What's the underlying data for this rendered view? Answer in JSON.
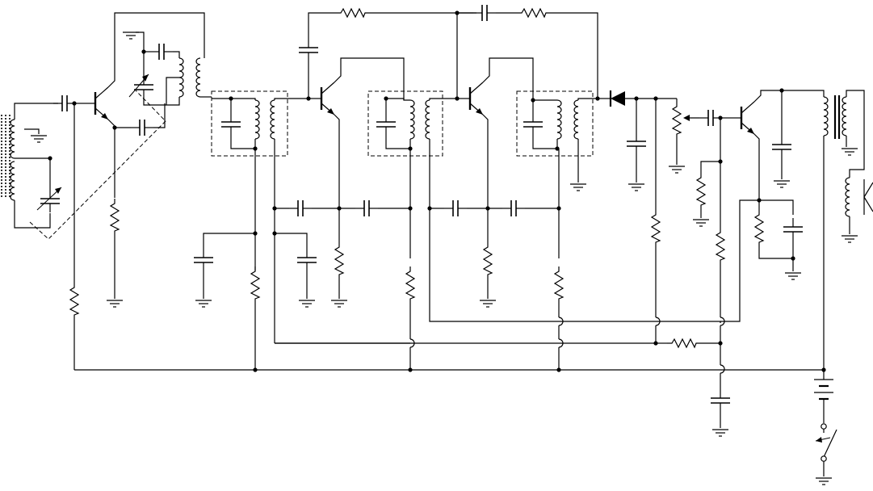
{
  "diagram": {
    "kind": "superheterodyne transistor radio receiver schematic",
    "text_labels": []
  },
  "colors": {
    "line": "#000000",
    "background": "#ffffff"
  },
  "stages": [
    {
      "id": "antenna",
      "symbol": "ferrite-rod-loop-antenna"
    },
    {
      "id": "mixer-oscillator",
      "symbol": "npn-transistor"
    },
    {
      "id": "if-transformer-1",
      "symbol": "shielded-if-transformer"
    },
    {
      "id": "if-amplifier-1",
      "symbol": "npn-transistor"
    },
    {
      "id": "if-transformer-2",
      "symbol": "shielded-if-transformer"
    },
    {
      "id": "if-amplifier-2",
      "symbol": "npn-transistor"
    },
    {
      "id": "if-transformer-3",
      "symbol": "shielded-if-transformer"
    },
    {
      "id": "detector",
      "symbol": "diode"
    },
    {
      "id": "volume-control",
      "symbol": "potentiometer"
    },
    {
      "id": "audio-amplifier",
      "symbol": "npn-transistor"
    },
    {
      "id": "output-transformer",
      "symbol": "iron-core-transformer"
    },
    {
      "id": "earphone",
      "symbol": "speaker"
    },
    {
      "id": "battery",
      "symbol": "battery"
    },
    {
      "id": "power-switch",
      "symbol": "switch"
    }
  ]
}
